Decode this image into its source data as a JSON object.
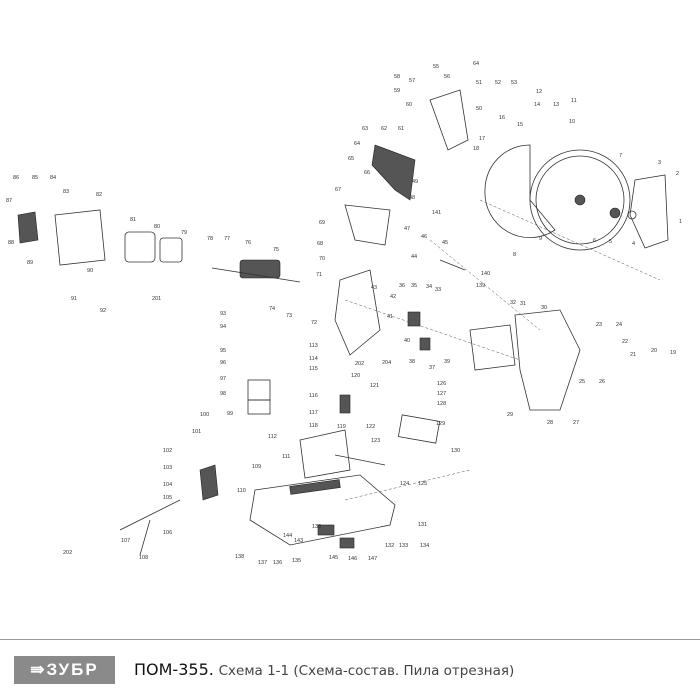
{
  "footer": {
    "brand": "ЗУБР",
    "model": "ПОМ-355.",
    "description": "Схема 1-1 (Схема-состав. Пила отрезная)"
  },
  "part_labels": [
    "64",
    "55",
    "56",
    "58",
    "57",
    "51",
    "52",
    "53",
    "59",
    "60",
    "50",
    "12",
    "14",
    "13",
    "11",
    "16",
    "15",
    "10",
    "63",
    "62",
    "61",
    "17",
    "18",
    "64",
    "7",
    "3",
    "65",
    "2",
    "66",
    "49",
    "86",
    "85",
    "84",
    "67",
    "48",
    "83",
    "87",
    "82",
    "1",
    "141",
    "81",
    "80",
    "69",
    "47",
    "9",
    "6",
    "5",
    "4",
    "46",
    "45",
    "88",
    "79",
    "78",
    "77",
    "76",
    "75",
    "68",
    "70",
    "89",
    "8",
    "44",
    "71",
    "140",
    "43",
    "36",
    "35",
    "34",
    "33",
    "139",
    "90",
    "91",
    "92",
    "201",
    "74",
    "73",
    "72",
    "42",
    "41",
    "32",
    "31",
    "30",
    "93",
    "94",
    "23",
    "24",
    "39",
    "40",
    "95",
    "96",
    "113",
    "114",
    "115",
    "202",
    "204",
    "38",
    "37",
    "22",
    "21",
    "20",
    "19",
    "97",
    "120",
    "121",
    "25",
    "26",
    "98",
    "116",
    "126",
    "127",
    "128",
    "29",
    "117",
    "99",
    "100",
    "101",
    "118",
    "129",
    "28",
    "27",
    "112",
    "111",
    "119",
    "122",
    "123",
    "130",
    "102",
    "109",
    "103",
    "104",
    "105",
    "110",
    "124",
    "125",
    "131",
    "106",
    "107",
    "108",
    "202",
    "138",
    "137",
    "133",
    "145",
    "146",
    "147",
    "132",
    "133",
    "134",
    "135",
    "136",
    "143",
    "144"
  ]
}
